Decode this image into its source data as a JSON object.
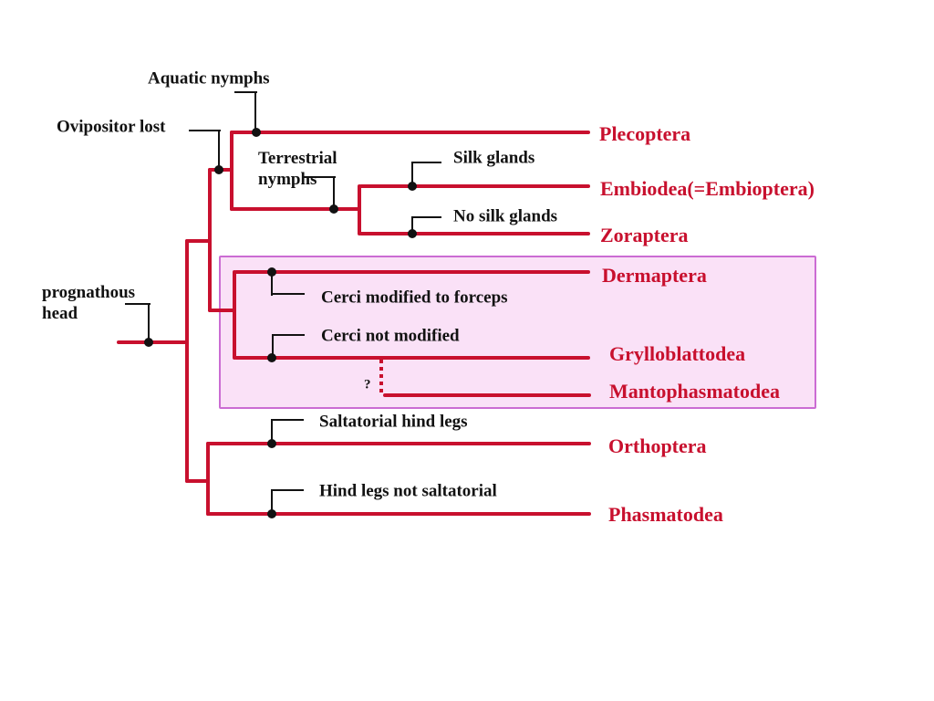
{
  "diagram": {
    "type": "cladogram",
    "subject": "phylogeny of polyneopteran insect orders with character-state annotations",
    "character_labels": {
      "aquatic_nymphs": "Aquatic nymphs",
      "ovipositor_lost": "Ovipositor lost",
      "terrestrial_nymphs": "Terrestrial\nnymphs",
      "silk_glands": "Silk glands",
      "no_silk_glands": "No silk glands",
      "prognathous_head": "prognathous\nhead",
      "cerci_forceps": "Cerci modified to forceps",
      "cerci_not_modified": "Cerci not modified",
      "saltatorial": "Saltatorial hind legs",
      "not_saltatorial": "Hind legs not saltatorial",
      "uncertain_mark": "?"
    },
    "taxa": {
      "plecoptera": "Plecoptera",
      "embiodea": "Embiodea(=Embioptera)",
      "zoraptera": "Zoraptera",
      "dermaptera": "Dermaptera",
      "grylloblattodea": "Grylloblattodea",
      "mantophasmatodea": "Mantophasmatodea",
      "orthoptera": "Orthoptera",
      "phasmatodea": "Phasmatodea"
    },
    "topology": {
      "root_character": "prognathous head",
      "split": [
        {
          "split": [
            {
              "character": "Ovipositor lost",
              "split": [
                {
                  "taxon": "Plecoptera",
                  "branch_character": "Aquatic nymphs"
                },
                {
                  "character": "Terrestrial nymphs",
                  "split": [
                    {
                      "taxon": "Embiodea(=Embioptera)",
                      "branch_character": "Silk glands"
                    },
                    {
                      "taxon": "Zoraptera",
                      "branch_character": "No silk glands"
                    }
                  ]
                }
              ]
            },
            {
              "highlighted": true,
              "split": [
                {
                  "taxon": "Dermaptera",
                  "branch_character": "Cerci modified to forceps"
                },
                {
                  "taxon": "Grylloblattodea",
                  "branch_character": "Cerci not modified"
                },
                {
                  "taxon": "Mantophasmatodea",
                  "attachment": "uncertain, dotted branch marked ?"
                }
              ]
            }
          ]
        },
        {
          "split": [
            {
              "taxon": "Orthoptera",
              "branch_character": "Saltatorial hind legs"
            },
            {
              "taxon": "Phasmatodea",
              "branch_character": "Hind legs not saltatorial"
            }
          ]
        }
      ]
    },
    "colors": {
      "branch": "#C8102E",
      "taxon_text": "#C8102E",
      "label_text": "#121212",
      "node_dot": "#000000",
      "highlight_box_fill": "#FAE1F7",
      "highlight_box_border": "#CB6CD3",
      "background": "#FFFFFF"
    }
  }
}
